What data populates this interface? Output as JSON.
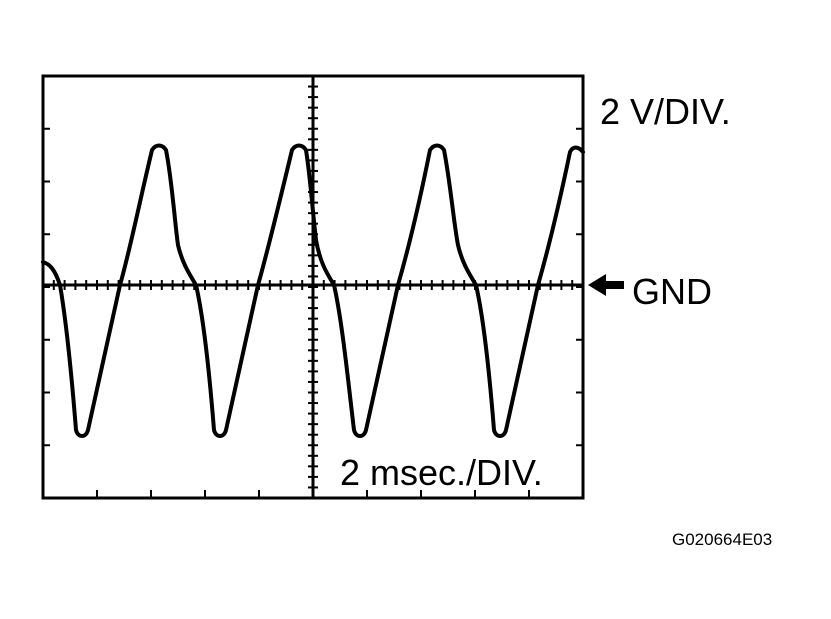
{
  "scope": {
    "voltage_scale": "2 V/DIV.",
    "time_scale": "2 msec./DIV.",
    "ground_marker": "GND",
    "figure_code": "G020664E03"
  },
  "icons": {
    "ground_pointer": "left-arrow-icon"
  },
  "colors": {
    "ink": "#000000",
    "background": "#ffffff"
  }
}
